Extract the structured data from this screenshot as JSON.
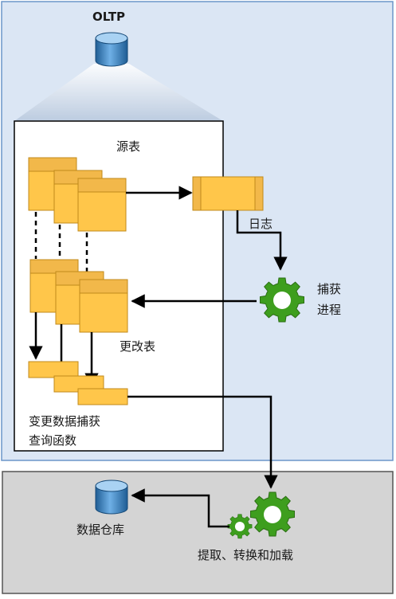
{
  "db_oltp": "OLTP",
  "source_table_label": "源表",
  "log_label": "日志",
  "capture_process_label": [
    "捕获",
    "进程"
  ],
  "change_table_label": "更改表",
  "cdc_functions_label": [
    "变更数据捕获",
    "查询函数"
  ],
  "warehouse_label": "数据仓库",
  "etl_label": "提取、转换和加载",
  "colors": {
    "oltp_zone": "#dbe6f4",
    "oltp_border": "#6b95c9",
    "warehouse_zone": "#d4d4d4",
    "table_fill": "#ffc64a",
    "table_header": "#f2b84a",
    "gear": "#3e9e1e",
    "arrow": "#000000"
  }
}
